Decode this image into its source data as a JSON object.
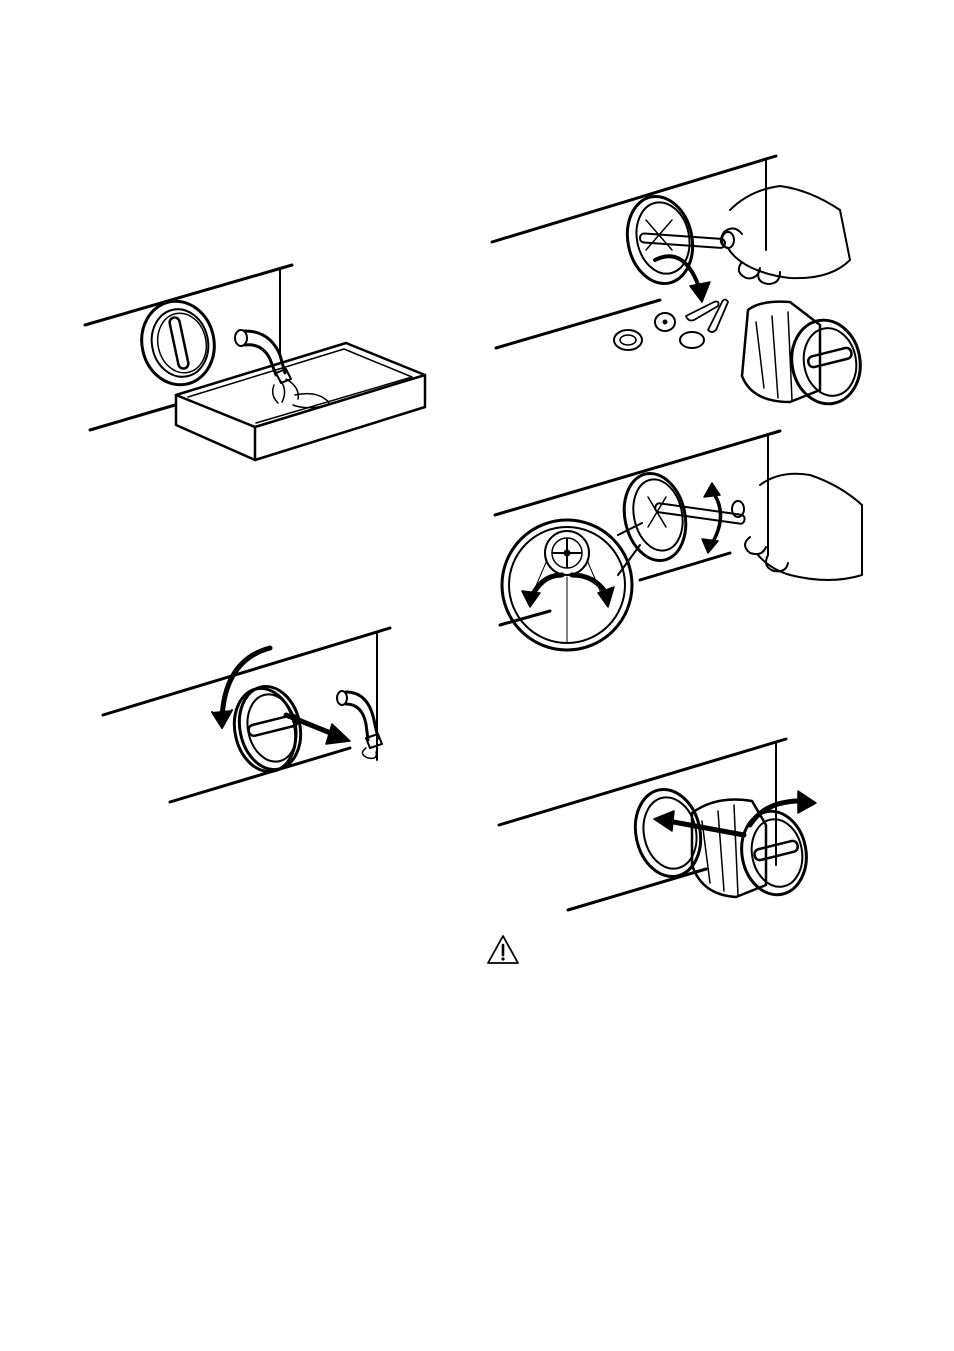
{
  "page": {
    "background": "#ffffff",
    "ink": "#000000"
  },
  "figures": [
    {
      "id": "drain-hose-into-basin",
      "icon": "drain-hose-basin-illustration"
    },
    {
      "id": "turn-filter-counterclockwise",
      "icon": "filter-rotate-remove-illustration"
    },
    {
      "id": "remove-foreign-objects",
      "icon": "filter-clean-objects-illustration"
    },
    {
      "id": "turn-pump-impeller",
      "icon": "pump-impeller-check-illustration"
    },
    {
      "id": "reinsert-filter",
      "icon": "filter-reinsert-illustration"
    }
  ],
  "warning": {
    "icon": "warning-triangle-icon"
  }
}
